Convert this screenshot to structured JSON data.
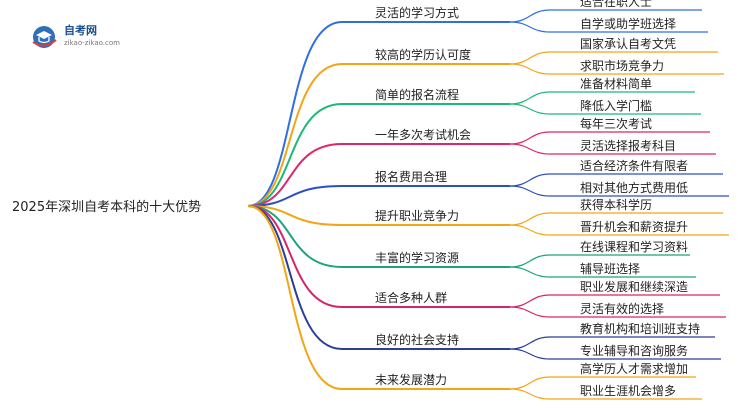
{
  "logo": {
    "title": "自考网",
    "subtitle": "zikao-zikao.com"
  },
  "root": {
    "label": "2025年深圳自考本科的十大优势"
  },
  "colors": {
    "root_text": "#222222",
    "text": "#222222",
    "logo_text": "#1a4f8b",
    "logo_badge": "#2f6fb8"
  },
  "branches": [
    {
      "label": "灵活的学习方式",
      "color": "#2f6fe4",
      "children": [
        "适合在职人士",
        "自学或助学班选择"
      ]
    },
    {
      "label": "较高的学历认可度",
      "color": "#f2a516",
      "children": [
        "国家承认自考文凭",
        "求职市场竞争力"
      ]
    },
    {
      "label": "简单的报名流程",
      "color": "#1db87a",
      "children": [
        "准备材料简单",
        "降低入学门槛"
      ]
    },
    {
      "label": "一年多次考试机会",
      "color": "#e0256a",
      "children": [
        "每年三次考试",
        "灵活选择报考科目"
      ]
    },
    {
      "label": "报名费用合理",
      "color": "#2e4fbf",
      "children": [
        "适合经济条件有限者",
        "相对其他方式费用低"
      ]
    },
    {
      "label": "提升职业竞争力",
      "color": "#f2a516",
      "children": [
        "获得本科学历",
        "晋升机会和薪资提升"
      ]
    },
    {
      "label": "丰富的学习资源",
      "color": "#1aa57a",
      "children": [
        "在线课程和学习资料",
        "辅导班选择"
      ]
    },
    {
      "label": "适合多种人群",
      "color": "#d6246a",
      "children": [
        "职业发展和继续深造",
        "灵活有效的选择"
      ]
    },
    {
      "label": "良好的社会支持",
      "color": "#2a3f9a",
      "children": [
        "教育机构和培训班支持",
        "专业辅导和咨询服务"
      ]
    },
    {
      "label": "未来发展潜力",
      "color": "#f2a516",
      "children": [
        "高学历人才需求增加",
        "职业生涯机会增多"
      ]
    }
  ]
}
